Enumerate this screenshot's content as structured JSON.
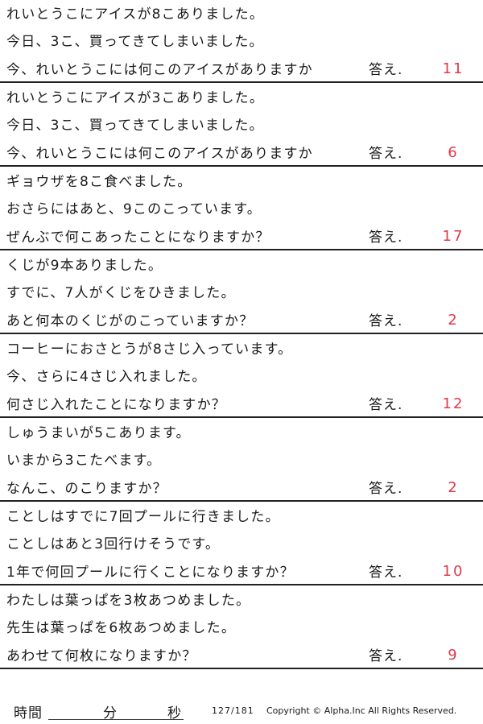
{
  "answer_label": "答え.",
  "problems": [
    {
      "lines": [
        "れいとうこにアイスが8こありました。",
        "今日、3こ、買ってきてしまいました。",
        "今、れいとうこには何このアイスがありますか"
      ],
      "answer": "11"
    },
    {
      "lines": [
        "れいとうこにアイスが3こありました。",
        "今日、3こ、買ってきてしまいました。",
        "今、れいとうこには何このアイスがありますか"
      ],
      "answer": "6"
    },
    {
      "lines": [
        "ギョウザを8こ食べました。",
        "おさらにはあと、9このこっています。",
        "ぜんぶで何こあったことになりますか？"
      ],
      "answer": "17"
    },
    {
      "lines": [
        "くじが9本ありました。",
        "すでに、7人がくじをひきました。",
        "あと何本のくじがのこっていますか？"
      ],
      "answer": "2"
    },
    {
      "lines": [
        "コーヒーにおさとうが8さじ入っています。",
        "今、さらに4さじ入れました。",
        "何さじ入れたことになりますか？"
      ],
      "answer": "12"
    },
    {
      "lines": [
        "しゅうまいが5こあります。",
        "いまから3こたべます。",
        "なんこ、のこりますか？"
      ],
      "answer": "2"
    },
    {
      "lines": [
        "ことしはすでに7回プールに行きました。",
        "ことしはあと3回行けそうです。",
        "1年で何回プールに行くことになりますか？"
      ],
      "answer": "10"
    },
    {
      "lines": [
        "わたしは葉っぱを3枚あつめました。",
        "先生は葉っぱを6枚あつめました。",
        "あわせて何枚になりますか？"
      ],
      "answer": "9"
    }
  ],
  "footer": {
    "time_label": "時間",
    "minute_label": "分",
    "second_label": "秒",
    "page": "127/181",
    "copyright": "Copyright ©  Alpha.Inc All Rights Reserved."
  },
  "colors": {
    "answer": "#e0394a",
    "rule": "#222222"
  }
}
